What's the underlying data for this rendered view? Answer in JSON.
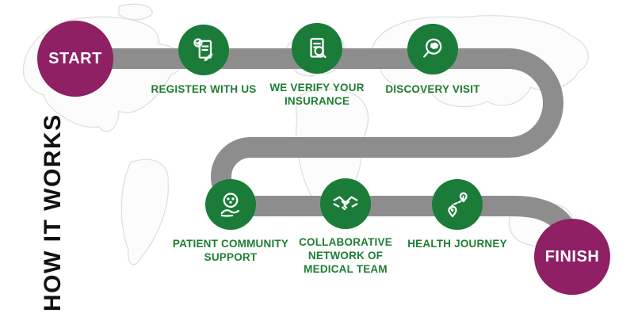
{
  "title": "HOW IT WORKS",
  "start": {
    "label": "START"
  },
  "finish": {
    "label": "FINISH"
  },
  "steps": [
    {
      "label": "REGISTER WITH US",
      "icon": "register-document-icon"
    },
    {
      "label": "WE VERIFY YOUR INSURANCE",
      "icon": "insurance-verification-icon"
    },
    {
      "label": "DISCOVERY VISIT",
      "icon": "discovery-magnifier-icon"
    },
    {
      "label": "PATIENT COMMUNITY SUPPORT",
      "icon": "community-support-hand-icon"
    },
    {
      "label": "COLLABORATIVE NETWORK OF MEDICAL TEAM",
      "icon": "handshake-icon"
    },
    {
      "label": "HEALTH JOURNEY",
      "icon": "journey-route-icon"
    }
  ],
  "colors": {
    "accent_purple": "#8E2063",
    "step_green": "#1A7C38",
    "label_green": "#1E7D33",
    "path_gray": "#8D8D8D",
    "title_black": "#111111",
    "map_outline": "#DDDDDD"
  }
}
